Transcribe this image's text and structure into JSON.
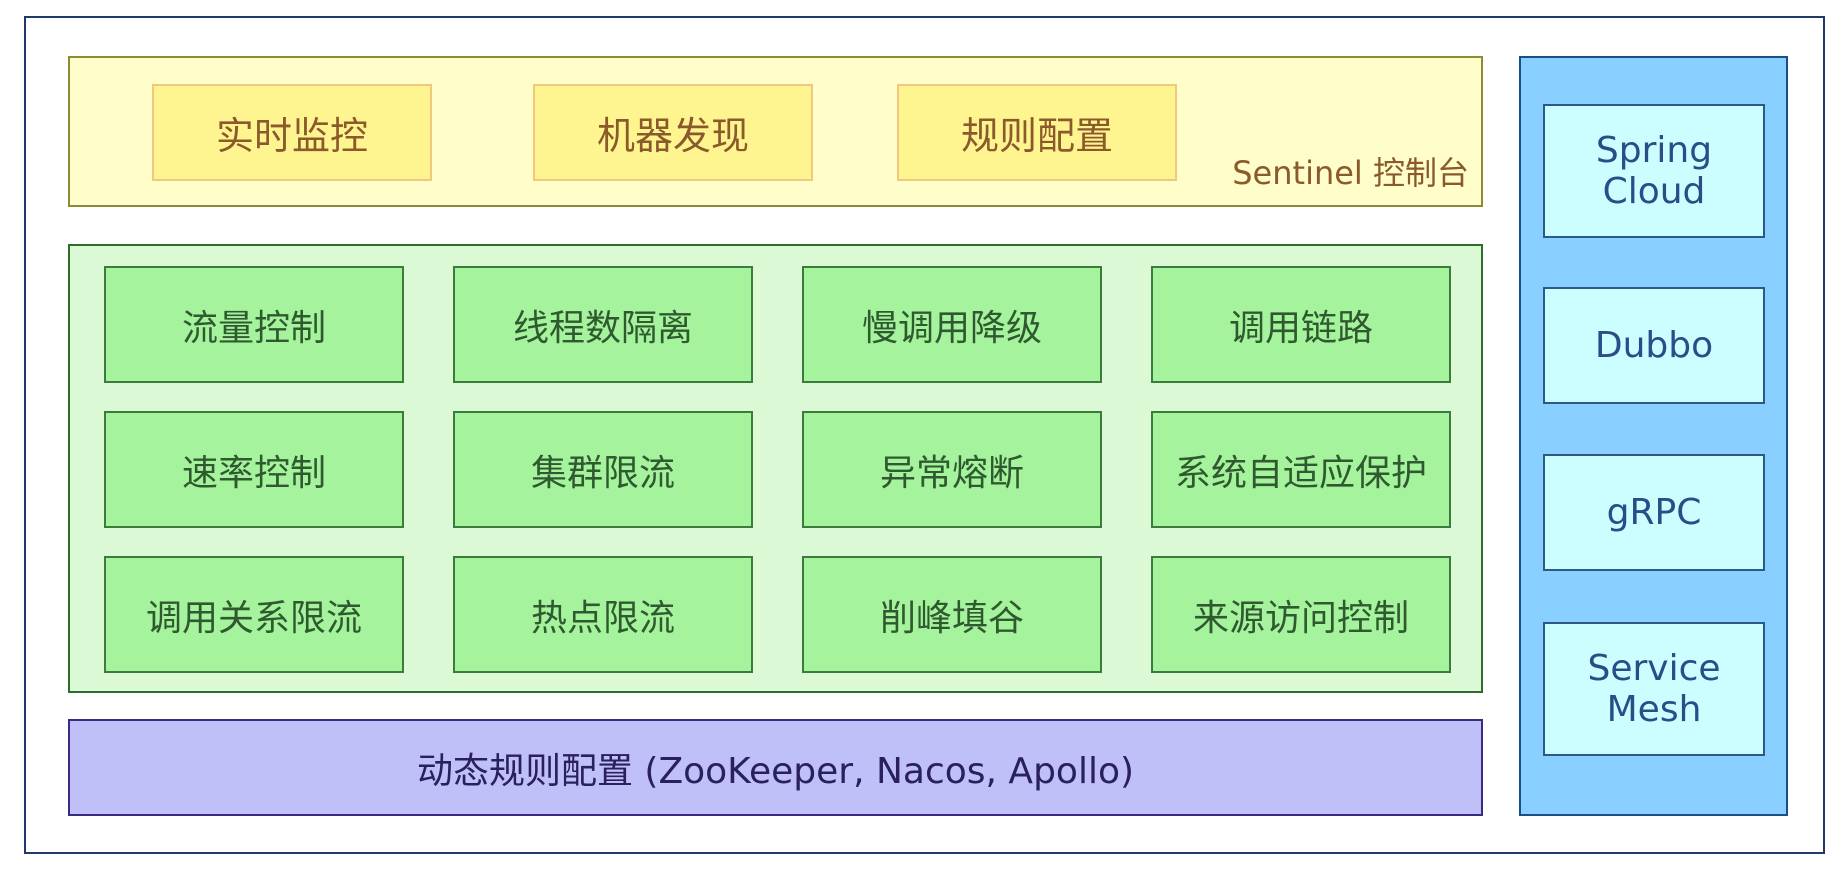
{
  "console": {
    "label": "Sentinel 控制台",
    "items": [
      "实时监控",
      "机器发现",
      "规则配置"
    ]
  },
  "features": {
    "rows": [
      [
        "流量控制",
        "线程数隔离",
        "慢调用降级",
        "调用链路"
      ],
      [
        "速率控制",
        "集群限流",
        "异常熔断",
        "系统自适应保护"
      ],
      [
        "调用关系限流",
        "热点限流",
        "削峰填谷",
        "来源访问控制"
      ]
    ]
  },
  "dynamic_config": {
    "label": "动态规则配置 (ZooKeeper, Nacos, Apollo)"
  },
  "adapters": {
    "items": [
      "Spring\nCloud",
      "Dubbo",
      "gRPC",
      "Service\nMesh"
    ]
  },
  "colors": {
    "console_bg": "#fffecb",
    "console_box": "#fff590",
    "feature_bg": "#dcf9d6",
    "feature_box": "#a6f39e",
    "dynamic_bg": "#bfc0f7",
    "adapter_bg": "#89cfff",
    "adapter_box": "#ccfdff"
  }
}
